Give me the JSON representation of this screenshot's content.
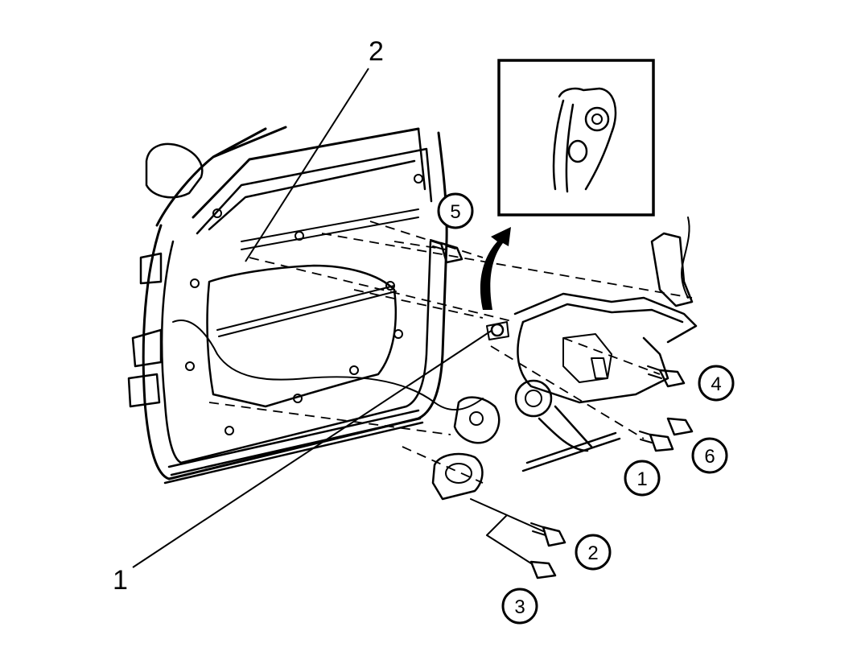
{
  "leaders": {
    "label_1": "1",
    "label_2": "2"
  },
  "callouts": {
    "c1": "1",
    "c2": "2",
    "c3": "3",
    "c4": "4",
    "c5": "5",
    "c6": "6"
  },
  "colors": {
    "ink": "#000000",
    "background": "#ffffff"
  }
}
